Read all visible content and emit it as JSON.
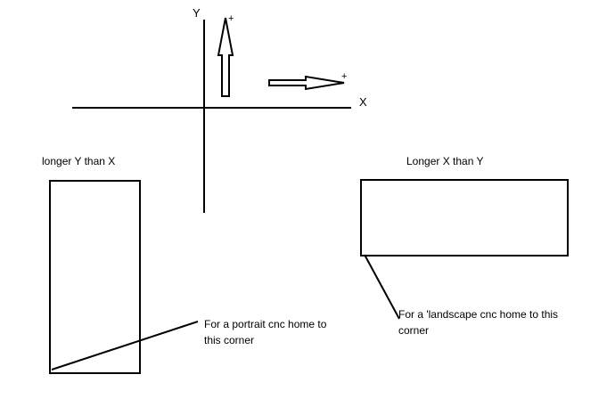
{
  "axes": {
    "y_label": "Y",
    "x_label": "X",
    "y_plus": "+",
    "x_plus": "+"
  },
  "portrait": {
    "caption": "longer Y than X",
    "note_line1": "For a portrait cnc home to",
    "note_line2": "this corner"
  },
  "landscape": {
    "caption": "Longer X than Y",
    "note_line1": "For a 'landscape cnc home to this",
    "note_line2": "corner"
  }
}
